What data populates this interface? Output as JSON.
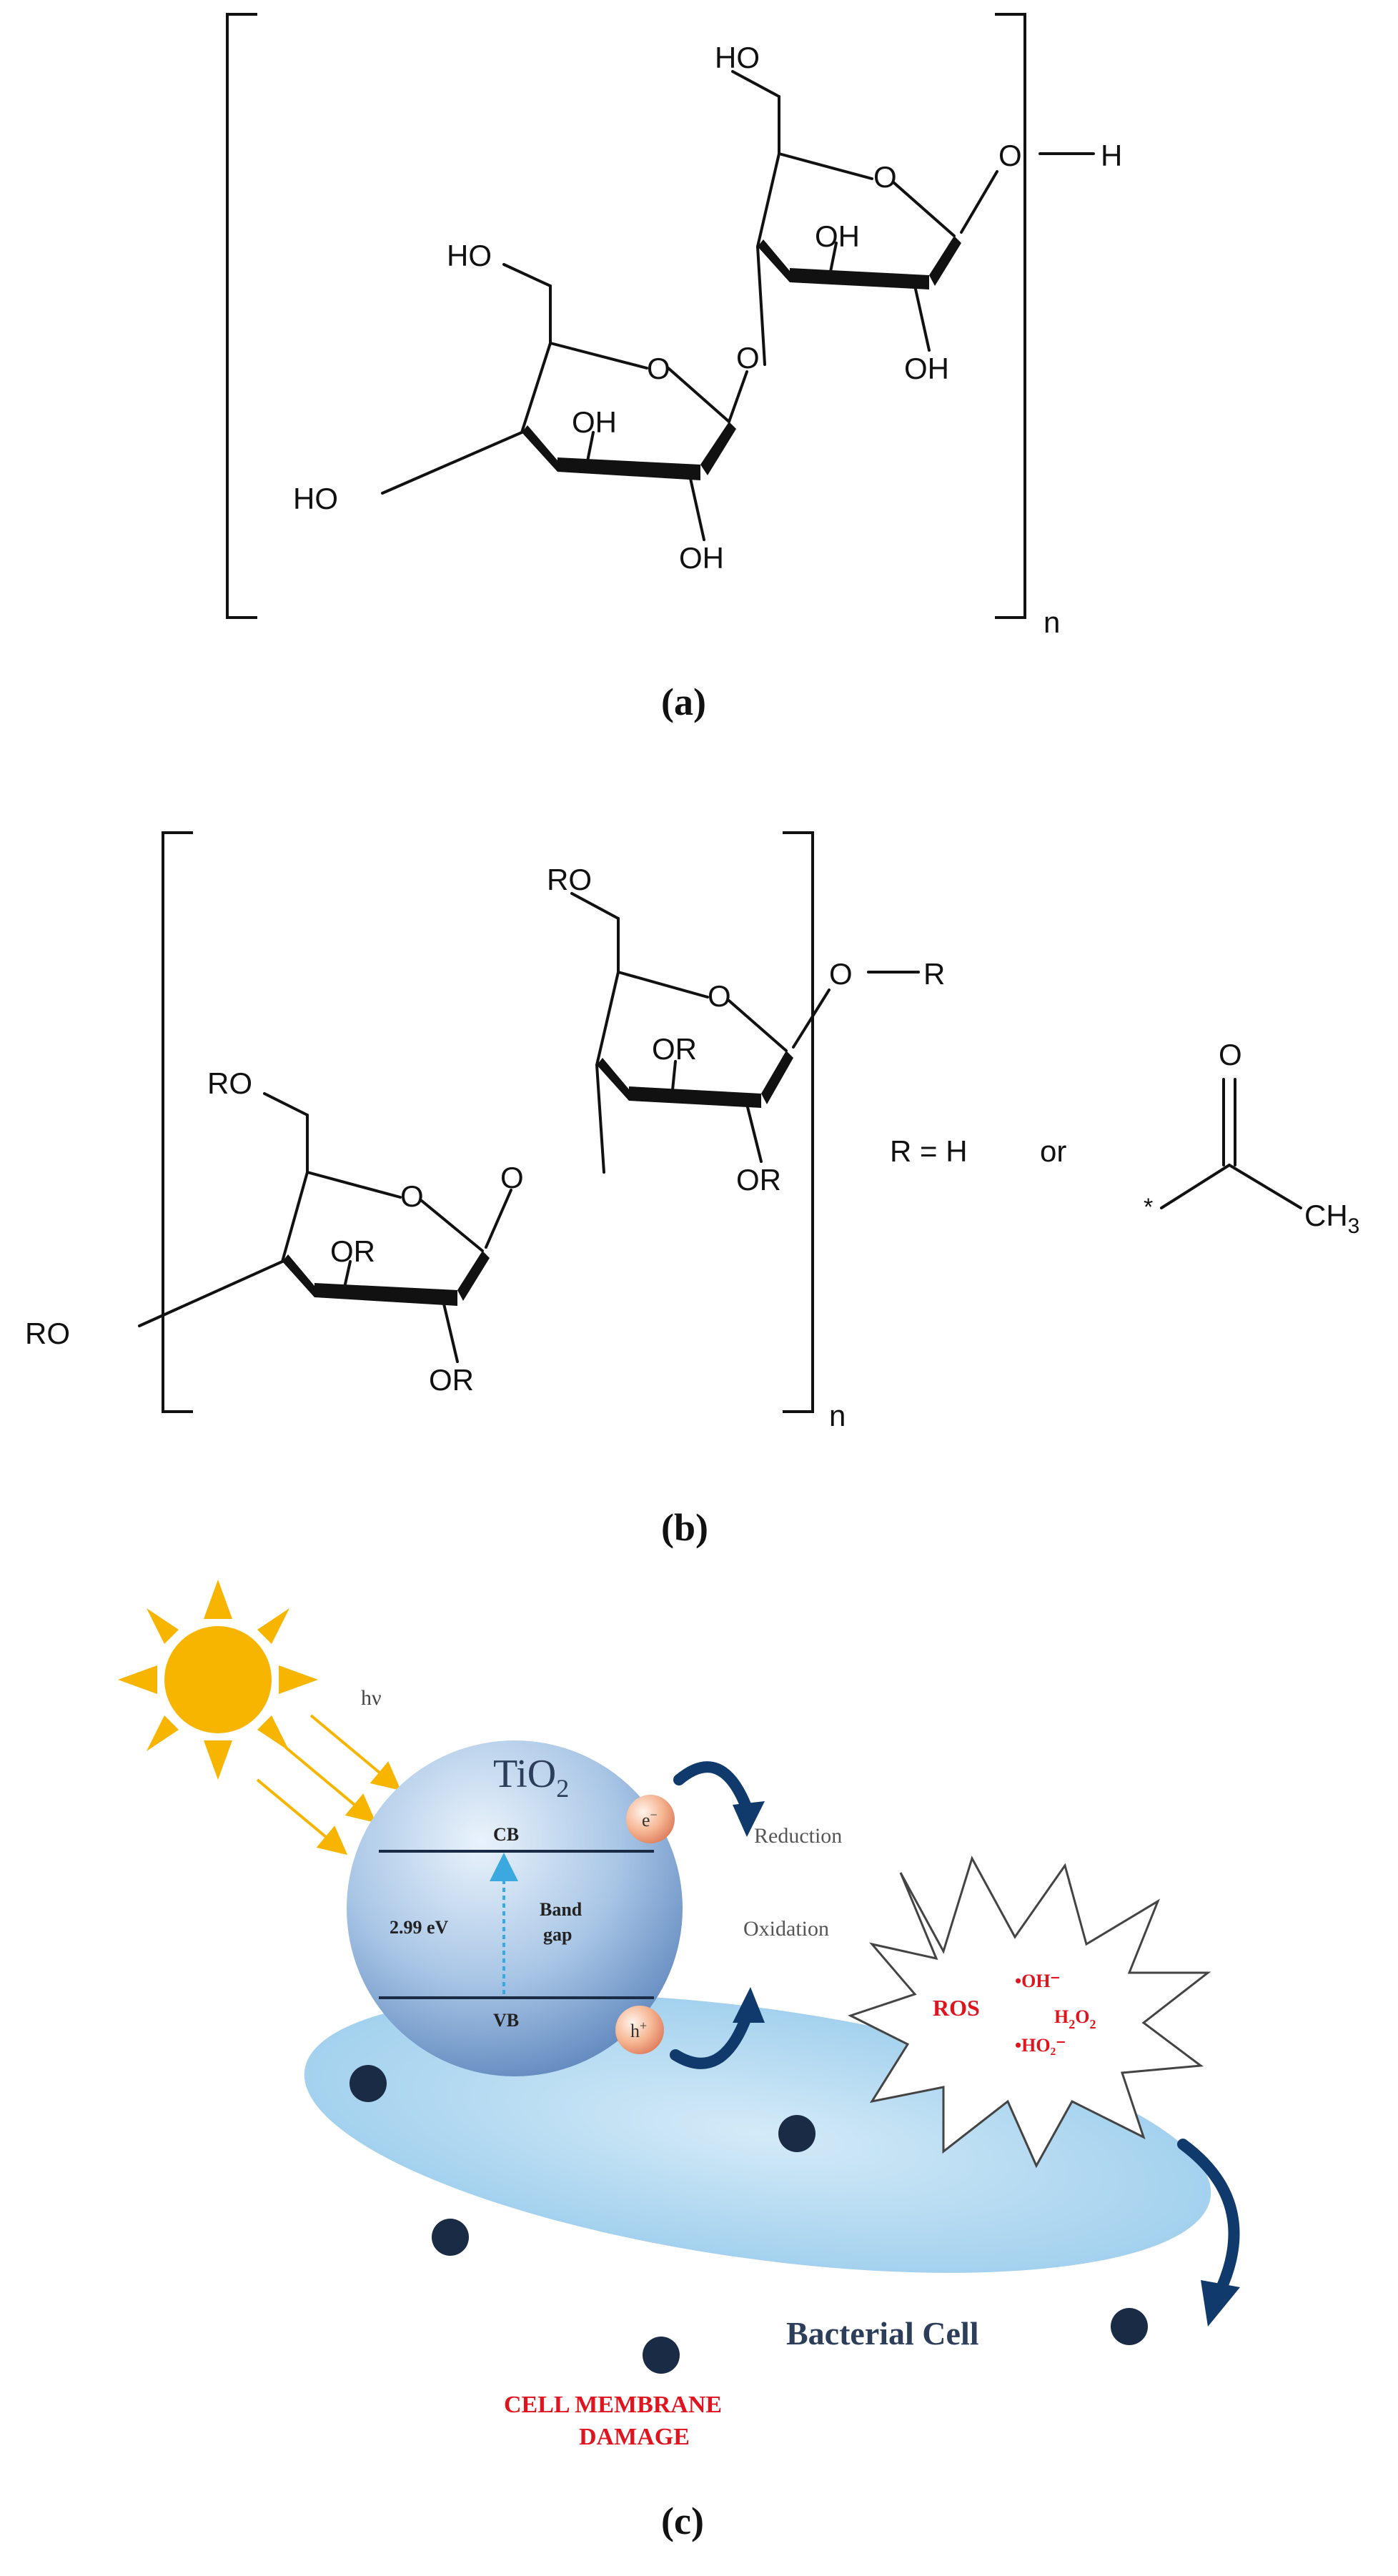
{
  "panel_a": {
    "caption": "(a)",
    "labels": {
      "ho_top": "HO",
      "o_ring_top": "O",
      "o_link": "O",
      "h_end": "H",
      "oh_1": "OH",
      "oh_2": "OH",
      "ho_left": "HO",
      "o_ring_left": "O",
      "o_glyco": "O",
      "ho_far": "HO",
      "oh_3": "OH",
      "oh_4": "OH",
      "n": "n"
    }
  },
  "panel_b": {
    "caption": "(b)",
    "labels": {
      "ro_top": "RO",
      "o_ring_top": "O",
      "o_link": "O",
      "r_end": "R",
      "or_1": "OR",
      "or_2": "OR",
      "ro_left": "RO",
      "o_ring_left": "O",
      "o_glyco": "O",
      "ro_far": "RO",
      "or_3": "OR",
      "or_4": "OR",
      "n": "n",
      "r_def": "R = H",
      "or_word": "or",
      "carbonyl_o": "O",
      "star": "*",
      "ch3_main": "CH",
      "ch3_sub": "3"
    }
  },
  "panel_c": {
    "caption": "(c)",
    "hv": "hν",
    "tio2_main": "TiO",
    "tio2_sub": "2",
    "cb": "CB",
    "vb": "VB",
    "gap_value": "2.99 eV",
    "band": "Band",
    "gap": "gap",
    "electron": "e",
    "electron_sup": "−",
    "hole": "h",
    "hole_sup": "+",
    "reduction": "Reduction",
    "oxidation": "Oxidation",
    "ros": "ROS",
    "oh_radical": "•OH⁻",
    "h2o2_main": "H",
    "h2o2_sub1": "2",
    "h2o2_o": "O",
    "h2o2_sub2": "2",
    "ho2_radical": "•HO₂⁻",
    "bacterial_cell": "Bacterial Cell",
    "damage_line1": "CELL MEMBRANE",
    "damage_line2": "DAMAGE",
    "colors": {
      "sun": "#f7b500",
      "arrow_navy": "#0f3a6b",
      "ros_red": "#e0141e",
      "cell_blue": "#9fd0ee",
      "band_arrow": "#3ca8e0"
    }
  }
}
